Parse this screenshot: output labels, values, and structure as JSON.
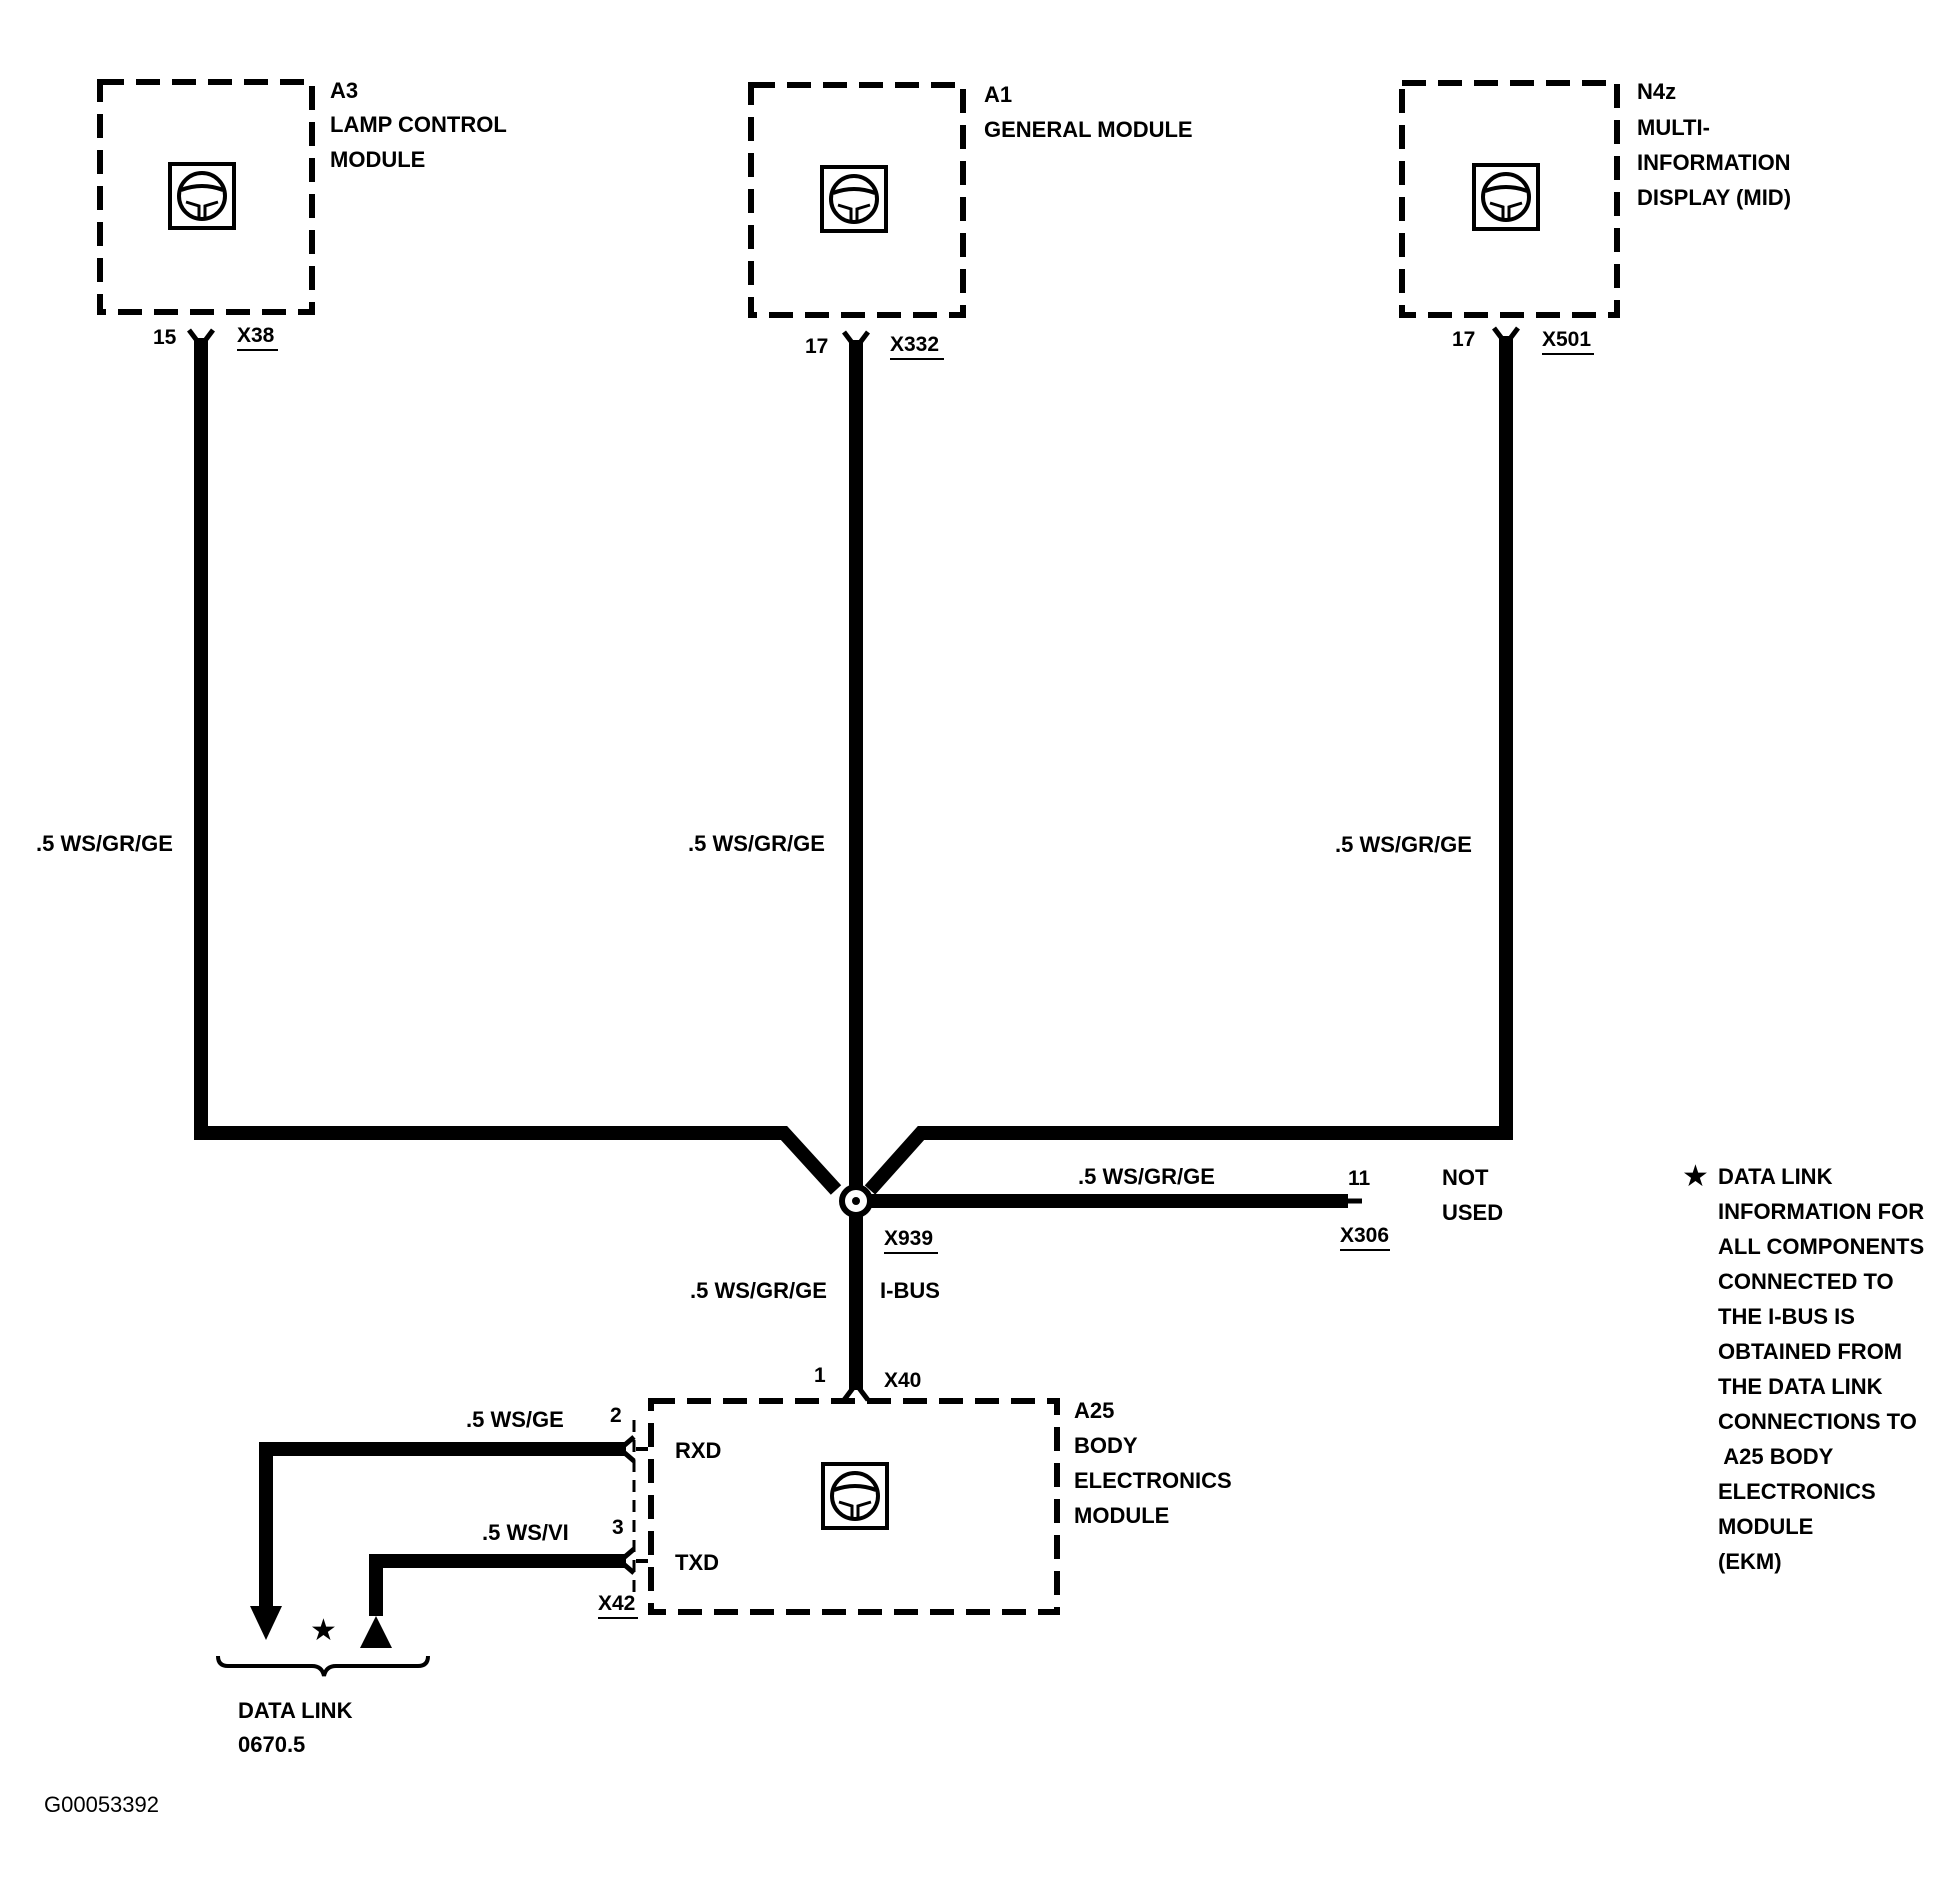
{
  "modules": {
    "a3": {
      "id": "A3",
      "name_line1": "LAMP CONTROL",
      "name_line2": "MODULE",
      "pin": "15",
      "connector": "X38"
    },
    "a1": {
      "id": "A1",
      "name_line1": "GENERAL MODULE",
      "pin": "17",
      "connector": "X332"
    },
    "n4z": {
      "id": "N4z",
      "name_line1": "MULTI-",
      "name_line2": "INFORMATION",
      "name_line3": "DISPLAY (MID)",
      "pin": "17",
      "connector": "X501"
    },
    "a25": {
      "id": "A25",
      "name_line1": "BODY",
      "name_line2": "ELECTRONICS",
      "name_line3": "MODULE",
      "pin": "1",
      "connector": "X40",
      "rxd_label": "RXD",
      "txd_label": "TXD",
      "rxd_pin": "2",
      "txd_pin": "3",
      "side_connector": "X42"
    }
  },
  "wires": {
    "left": ".5 WS/GR/GE",
    "center": ".5 WS/GR/GE",
    "right": ".5 WS/GR/GE",
    "branch": ".5 WS/GR/GE",
    "bus": ".5 WS/GR/GE",
    "rxd": ".5 WS/GE",
    "txd": ".5 WS/VI"
  },
  "splice": {
    "id": "X939",
    "bus_label": "I-BUS"
  },
  "not_used": {
    "pin": "11",
    "connector": "X306",
    "line1": "NOT",
    "line2": "USED"
  },
  "data_link": {
    "line1": "DATA LINK",
    "line2": "0670.5",
    "star": "★"
  },
  "note": {
    "star": "★",
    "lines": [
      "DATA LINK",
      "INFORMATION FOR",
      "ALL COMPONENTS",
      "CONNECTED TO",
      "THE I-BUS IS",
      "OBTAINED FROM",
      "THE DATA LINK",
      "CONNECTIONS TO",
      " A25 BODY",
      "ELECTRONICS",
      "MODULE",
      "(EKM)"
    ]
  },
  "figure_id": "G00053392",
  "icons": [
    "steering-wheel-icon",
    "star-icon",
    "arrow-down-icon",
    "arrow-up-icon"
  ]
}
